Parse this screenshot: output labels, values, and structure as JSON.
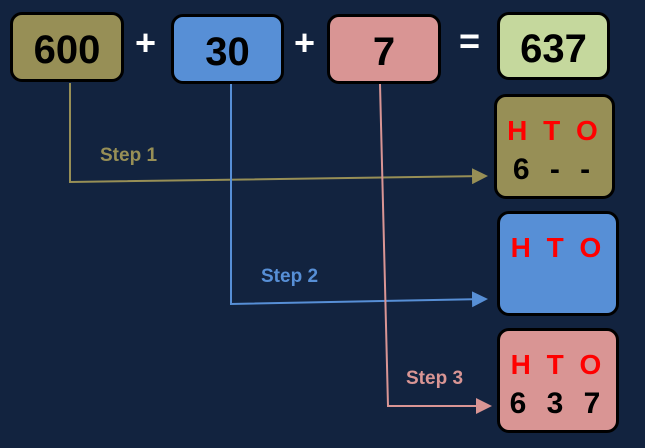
{
  "equation": {
    "hundreds": "600",
    "plus1": "+",
    "tens": "30",
    "plus2": "+",
    "ones": "7",
    "equals": "=",
    "result": "637"
  },
  "steps": [
    {
      "label": "Step 1",
      "header": "H T O",
      "value": "6 - -",
      "color": "#978f56"
    },
    {
      "label": "Step 2",
      "header": "H T O",
      "value": "",
      "color": "#578fd6"
    },
    {
      "label": "Step 3",
      "header": "H T O",
      "value": "6 3 7",
      "color": "#d99594"
    }
  ],
  "colors": {
    "background": "#12233f",
    "result": "#c5d89d",
    "header": "#ff0000"
  }
}
